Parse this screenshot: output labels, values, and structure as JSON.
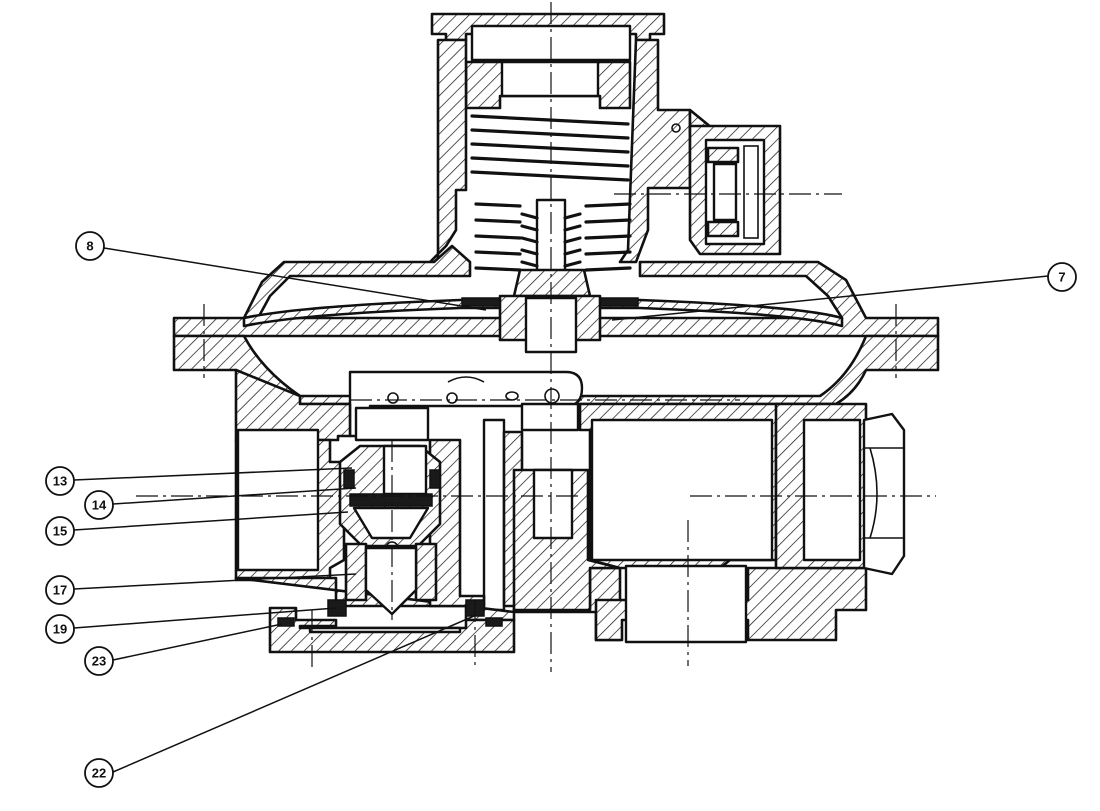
{
  "callouts": [
    {
      "id": "c8",
      "label": "8"
    },
    {
      "id": "c7",
      "label": "7"
    },
    {
      "id": "c13",
      "label": "13"
    },
    {
      "id": "c14",
      "label": "14"
    },
    {
      "id": "c15",
      "label": "15"
    },
    {
      "id": "c17",
      "label": "17"
    },
    {
      "id": "c19",
      "label": "19"
    },
    {
      "id": "c23",
      "label": "23"
    },
    {
      "id": "c22",
      "label": "22"
    }
  ]
}
